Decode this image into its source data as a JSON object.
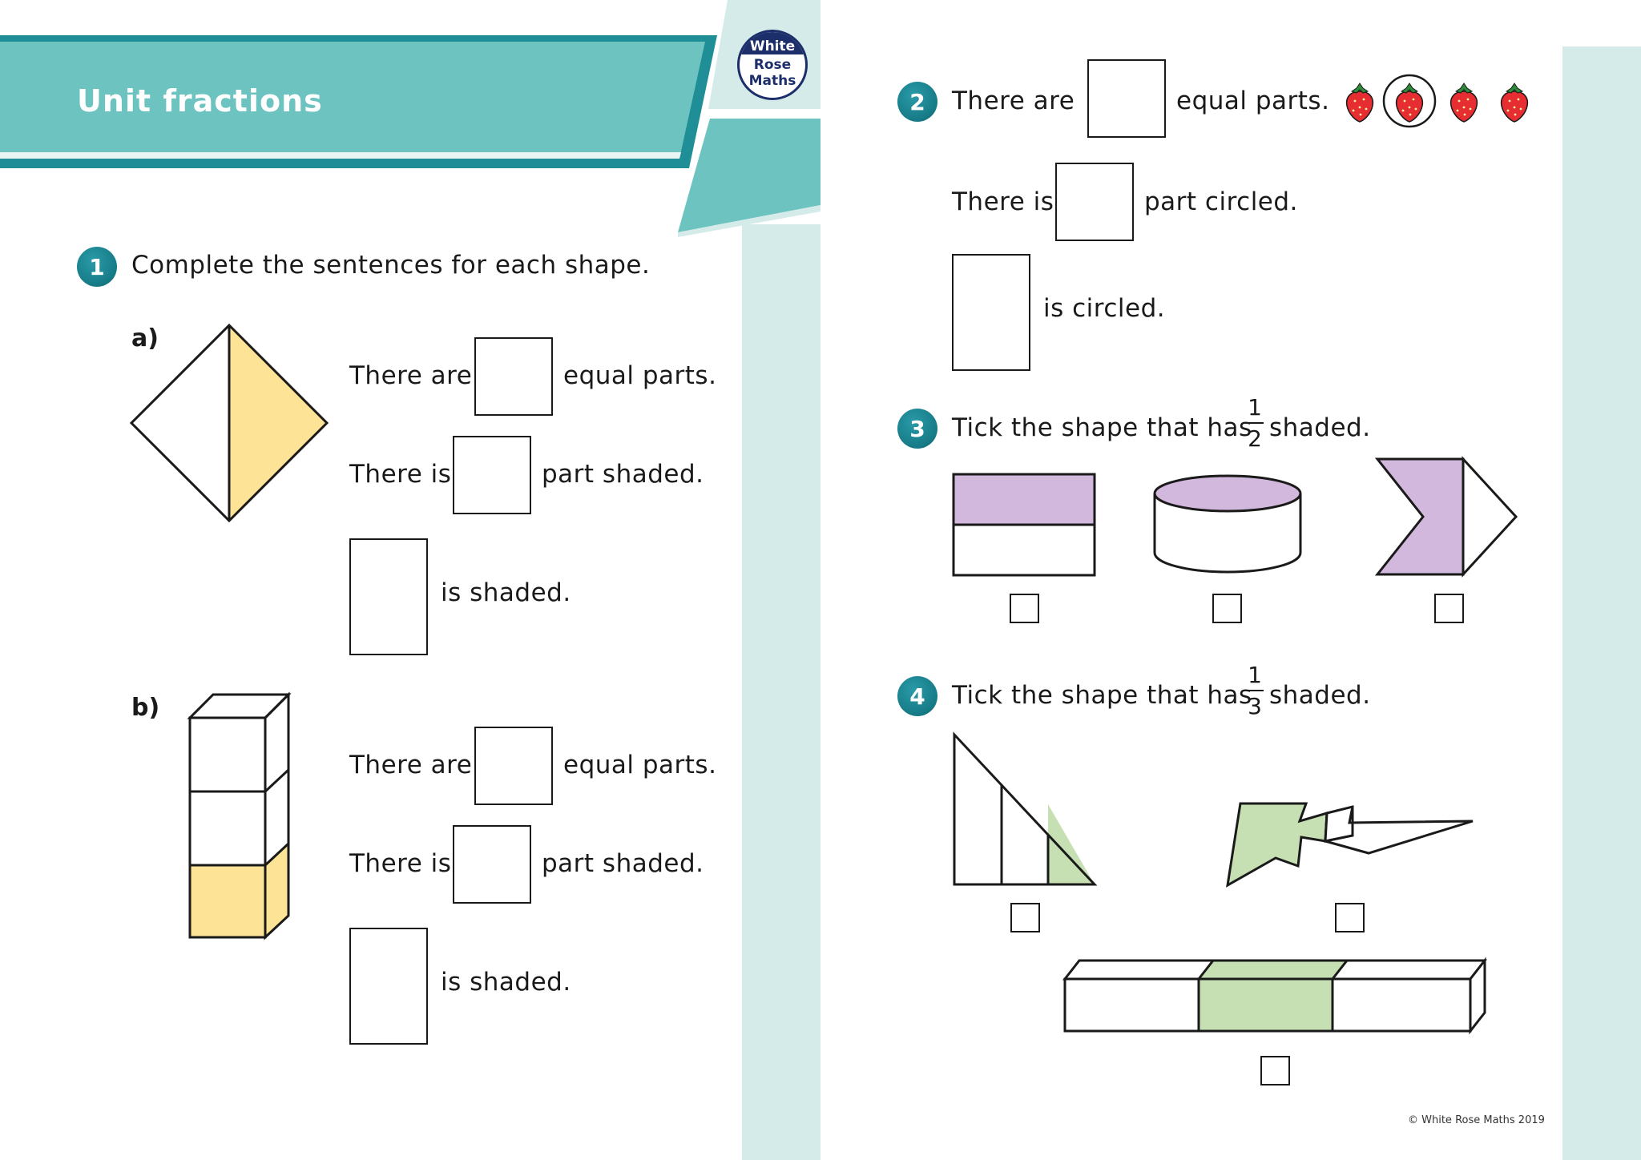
{
  "header": {
    "title": "Unit fractions",
    "logo_lines": [
      "White",
      "Rose",
      "Maths"
    ]
  },
  "colors": {
    "teal_band": "#6cc3c0",
    "teal_dark": "#1f8e96",
    "side_strip": "#d4ebe9",
    "yellow": "#fde396",
    "purple": "#d2b8dc",
    "green": "#c6e0b4"
  },
  "q1": {
    "number": "1",
    "instruction": "Complete the sentences for each shape.",
    "a": {
      "label": "a)",
      "line1_before": "There are",
      "line1_after": "equal parts.",
      "line2_before": "There is",
      "line2_after": "part shaded.",
      "line3_after": "is shaded."
    },
    "b": {
      "label": "b)",
      "line1_before": "There are",
      "line1_after": "equal parts.",
      "line2_before": "There is",
      "line2_after": "part shaded.",
      "line3_after": "is shaded."
    }
  },
  "q2": {
    "number": "2",
    "line1_before": "There are",
    "line1_after": "equal parts.",
    "line2_before": "There is",
    "line2_after": "part circled.",
    "line3_after": "is circled.",
    "items": "strawberries"
  },
  "q3": {
    "number": "3",
    "text_before": "Tick the shape that has",
    "frac_num": "1",
    "frac_den": "2",
    "text_after": "shaded."
  },
  "q4": {
    "number": "4",
    "text_before": "Tick the shape that has",
    "frac_num": "1",
    "frac_den": "3",
    "text_after": "shaded."
  },
  "footer": {
    "copyright": "© White Rose Maths 2019"
  }
}
